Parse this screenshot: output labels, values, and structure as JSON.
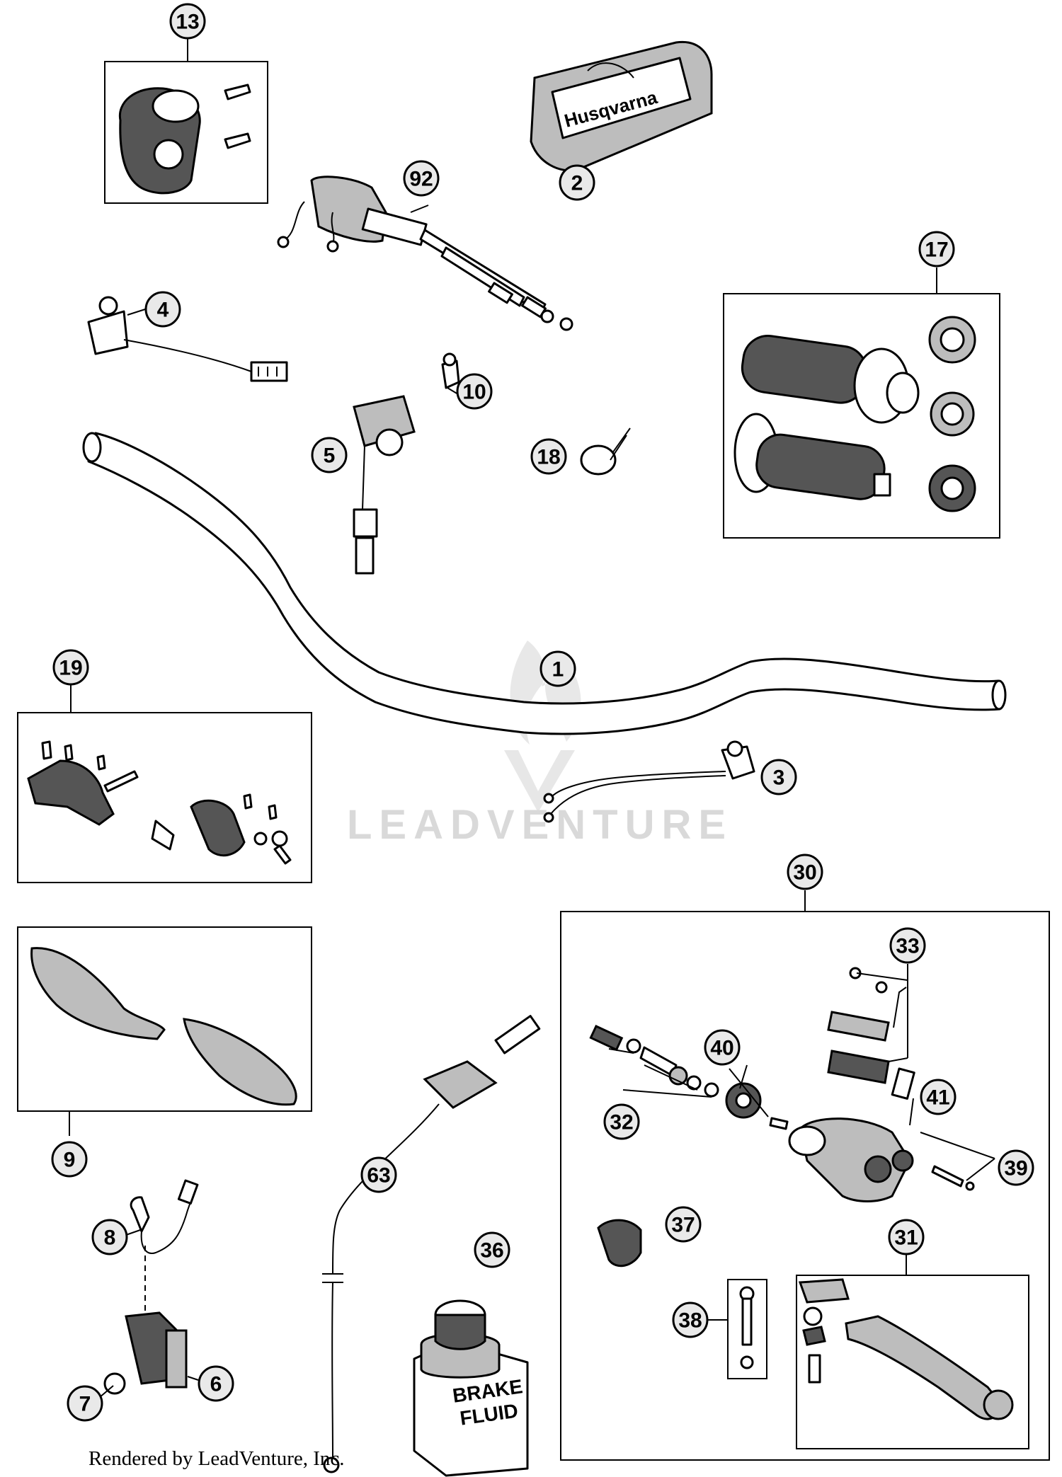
{
  "callouts": [
    "13",
    "92",
    "2",
    "17",
    "4",
    "10",
    "5",
    "18",
    "1",
    "19",
    "3",
    "30",
    "33",
    "9",
    "40",
    "41",
    "32",
    "39",
    "63",
    "8",
    "37",
    "31",
    "36",
    "38",
    "6",
    "7"
  ],
  "watermark": {
    "text": "LEADVENTURE"
  },
  "bottle_label": {
    "line1": "BRAKE",
    "line2": "FLUID"
  },
  "pad_logo": "Husqvarna",
  "footer": {
    "credit": "Rendered by LeadVenture, Inc."
  }
}
